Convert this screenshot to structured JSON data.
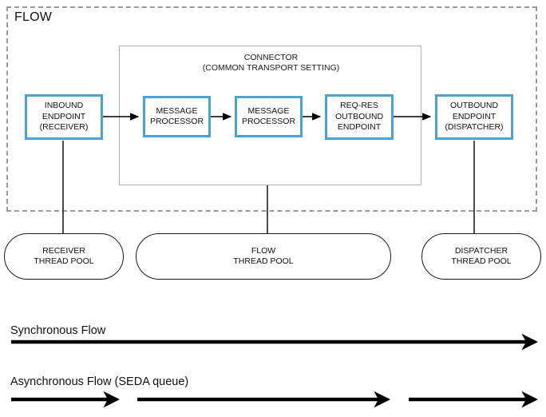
{
  "diagram": {
    "title": "FLOW",
    "connector": {
      "line1": "CONNECTOR",
      "line2": "(COMMON TRANSPORT SETTING)",
      "full": "CONNECTOR\n(COMMON TRANSPORT SETTING)"
    },
    "nodes": [
      {
        "id": "inbound-endpoint",
        "label": "INBOUND\nENDPOINT\n(RECEIVER)"
      },
      {
        "id": "message-processor-1",
        "label": "MESSAGE\nPROCESSOR"
      },
      {
        "id": "message-processor-2",
        "label": "MESSAGE\nPROCESSOR"
      },
      {
        "id": "req-res-outbound-endpoint",
        "label": "REQ-RES\nOUTBOUND\nENDPOINT"
      },
      {
        "id": "outbound-endpoint",
        "label": "OUTBOUND\nENDPOINT\n(DISPATCHER)"
      }
    ],
    "pools": [
      {
        "id": "receiver-thread-pool",
        "label": "RECEIVER\nTHREAD POOL"
      },
      {
        "id": "flow-thread-pool",
        "label": "FLOW\nTHREAD POOL"
      },
      {
        "id": "dispatcher-thread-pool",
        "label": "DISPATCHER\nTHREAD POOL"
      }
    ],
    "legend": [
      {
        "id": "synchronous-flow",
        "label": "Synchronous Flow"
      },
      {
        "id": "asynchronous-flow",
        "label": "Asynchronous Flow (SEDA queue)"
      }
    ],
    "colors": {
      "node_border": "#4ba3d4",
      "flow_border": "#9a9a9a",
      "connector_border": "#b0b0b0",
      "arrow": "#000000",
      "text": "#111111",
      "background": "#ffffff"
    }
  }
}
